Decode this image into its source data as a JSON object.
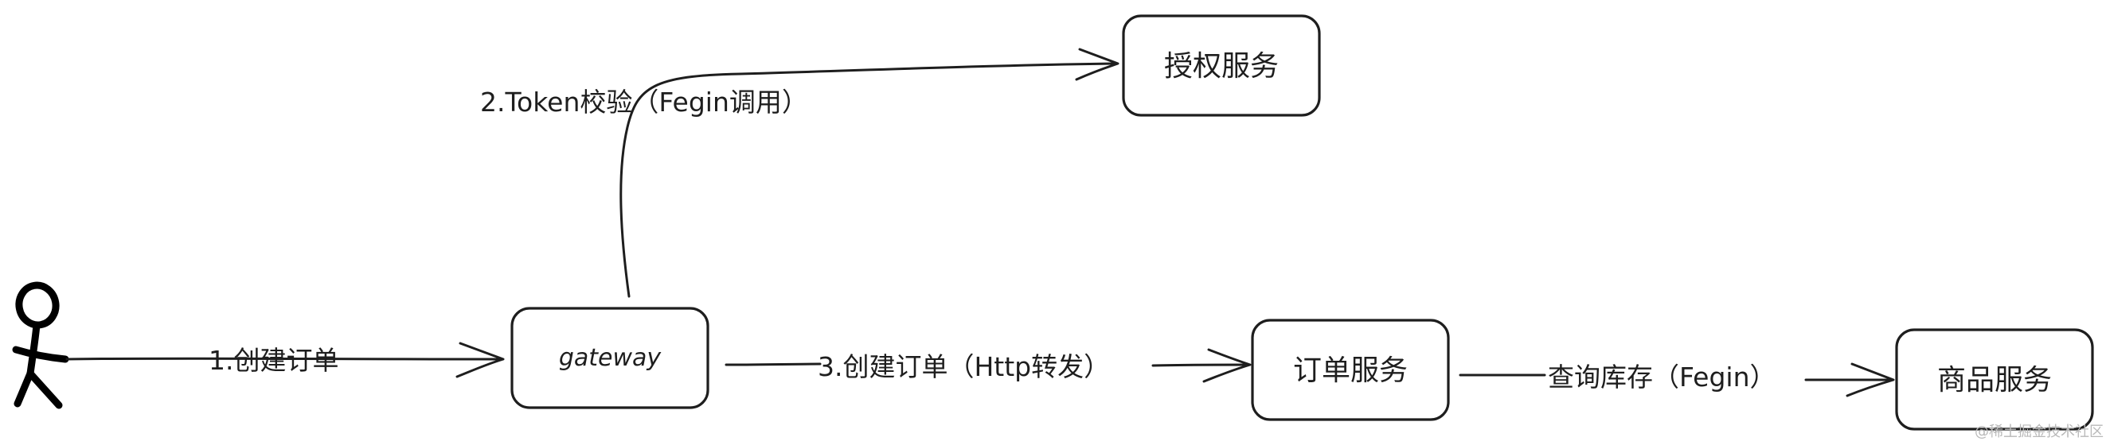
{
  "nodes": {
    "auth_service": "授权服务",
    "gateway": "gateway",
    "order_service": "订单服务",
    "product_service": "商品服务"
  },
  "edges": {
    "create_order": "1.创建订单",
    "token_check": "2.Token校验（Fegin调用）",
    "forward_order": "3.创建订单（Http转发）",
    "query_stock": "查询库存（Fegin）"
  },
  "watermark": "@稀土掘金技术社区"
}
